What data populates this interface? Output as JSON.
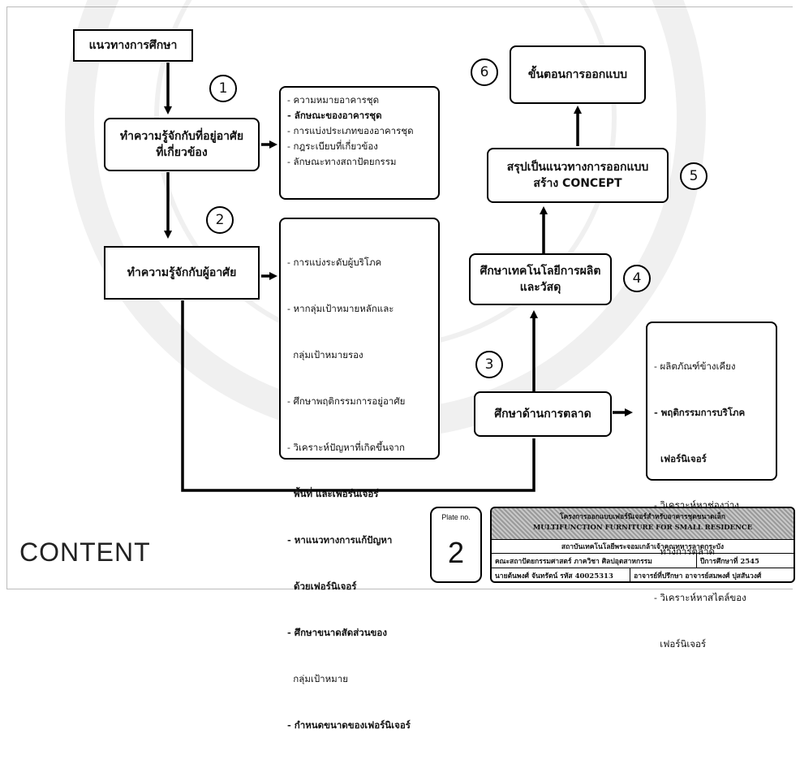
{
  "nodes": {
    "study_guide": "แนวทางการศึกษา",
    "know_housing": "ทำความรู้จักกับที่อยู่อาศัย\nที่เกี่ยวข้อง",
    "know_resident": "ทำความรู้จักกับผู้อาศัย",
    "marketing": "ศึกษาด้านการตลาด",
    "technology": "ศึกษาเทคโนโลยีการผลิต\nและวัสดุ",
    "concept": "สรุปเป็นแนวทางการออกแบบ\nสร้าง CONCEPT",
    "design_steps": "ขั้นตอนการออกแบบ"
  },
  "numbers": [
    "1",
    "2",
    "3",
    "4",
    "5",
    "6"
  ],
  "list_housing": [
    "- ความหมายอาคารชุด",
    "- ลักษณะของอาคารชุด",
    "- การแบ่งประเภทของอาคารชุด",
    "- กฎระเบียบที่เกี่ยวข้อง",
    "- ลักษณะทางสถาปัตยกรรม"
  ],
  "list_resident": [
    "- การแบ่งระดับผู้บริโภค",
    "- หากลุ่มเป้าหมายหลักและ",
    "  กลุ่มเป้าหมายรอง",
    "- ศึกษาพฤติกรรมการอยู่อาศัย",
    "- วิเคราะห์ปัญหาที่เกิดขึ้นจาก",
    "  พื้นที่ และเฟอร์นิเจอร์",
    "- หาแนวทางการแก้ปัญหา",
    "  ด้วยเฟอร์นิเจอร์",
    "- ศึกษาขนาดสัดส่วนของ",
    "  กลุ่มเป้าหมาย",
    "- กำหนดขนาดของเฟอร์นิเจอร์"
  ],
  "list_marketing": [
    "- ผลิตภัณฑ์ข้างเคียง",
    "- พฤติกรรมการบริโภค",
    "  เฟอร์นิเจอร์",
    "- วิเคราะห์หาช่องว่าง",
    "  ทางการตลาด",
    "- วิเคราะห์หาสไตล์ของ",
    "  เฟอร์นิเจอร์"
  ],
  "page_title": "CONTENT",
  "plate": {
    "label": "Plate no.",
    "number": "2"
  },
  "title_block": {
    "header_line1": "โครงการออกแบบเฟอร์นิเจอร์สำหรับอาคารชุดขนาดเล็ก",
    "header_line2": "MULTIFUNCTION FURNITURE FOR SMALL RESIDENCE",
    "institution": "สถาบันเทคโนโลยีพระจอมเกล้าเจ้าคุณทหารลาดกระบัง",
    "faculty": "คณะสถาปัตยกรรมศาสตร์ ภาควิชา ศิลปอุตสาหกรรม",
    "year": "ปีการศึกษาที่ 2545",
    "student": "นายต้นพงศ์ จันทรัตน์ รหัส 40025313",
    "advisor": "อาจารย์ที่ปรึกษา อาจารย์สมพงศ์ ปุสสันวงศ์"
  }
}
